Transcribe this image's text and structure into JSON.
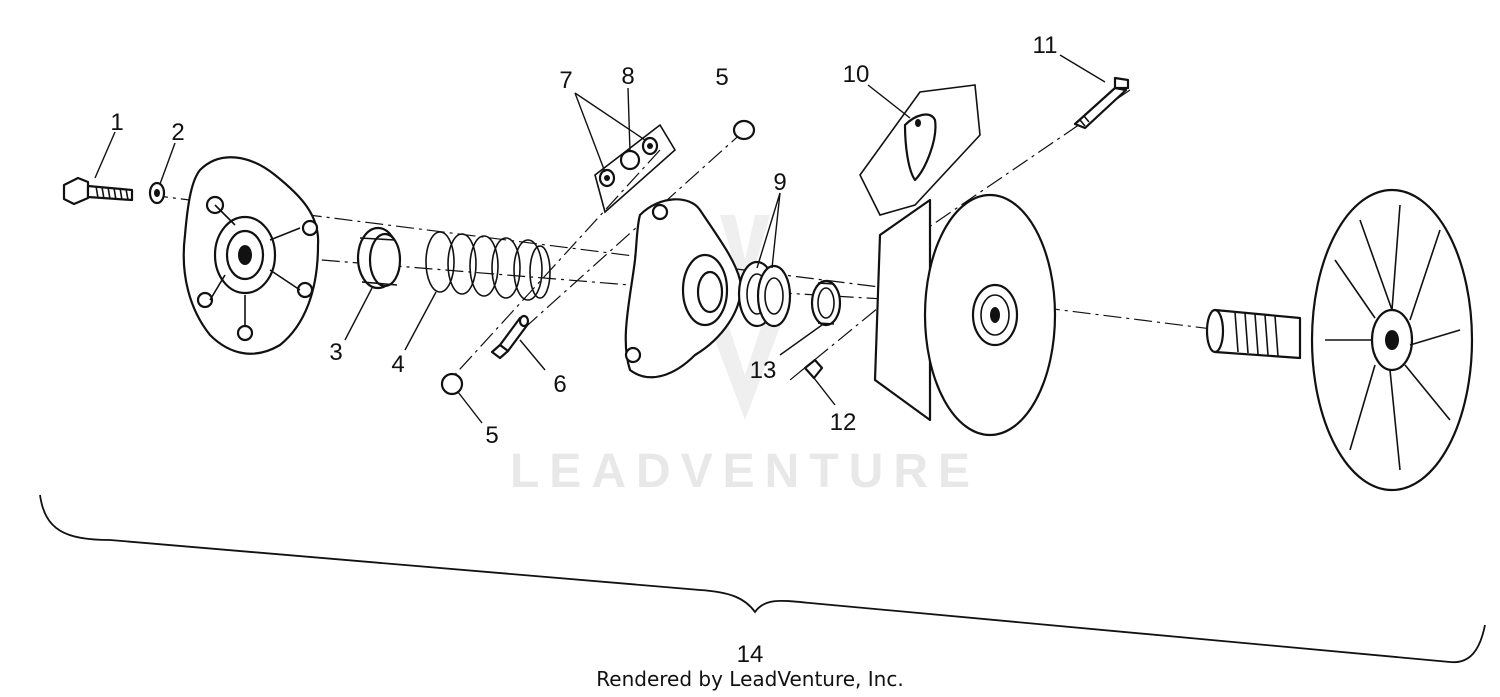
{
  "diagram": {
    "callouts": [
      {
        "id": "1",
        "label": "1"
      },
      {
        "id": "2",
        "label": "2"
      },
      {
        "id": "3",
        "label": "3"
      },
      {
        "id": "4",
        "label": "4"
      },
      {
        "id": "5a",
        "label": "5"
      },
      {
        "id": "5b",
        "label": "5"
      },
      {
        "id": "6",
        "label": "6"
      },
      {
        "id": "7",
        "label": "7"
      },
      {
        "id": "8",
        "label": "8"
      },
      {
        "id": "9",
        "label": "9"
      },
      {
        "id": "10",
        "label": "10"
      },
      {
        "id": "11",
        "label": "11"
      },
      {
        "id": "12",
        "label": "12"
      },
      {
        "id": "13",
        "label": "13"
      },
      {
        "id": "14",
        "label": "14"
      }
    ],
    "watermark": "LEADVENTURE",
    "credit": "Rendered by LeadVenture, Inc."
  }
}
